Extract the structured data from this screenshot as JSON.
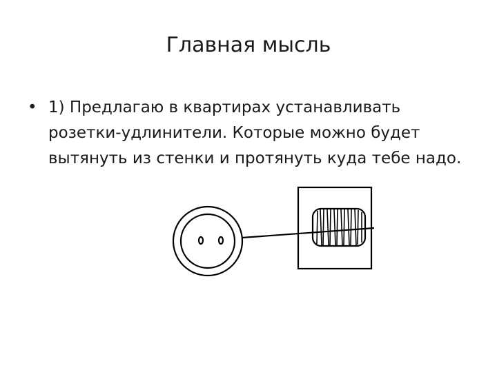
{
  "slide": {
    "title": "Главная мысль",
    "bullets": [
      {
        "marker": "•",
        "text": "1) Предлагаю в квартирах устанавливать розетки-удлинители. Которые можно будет вытянуть из стенки и протянуть куда тебе надо."
      }
    ]
  },
  "illustration": {
    "subject": "socket-extender-drawing",
    "stroke_color": "#000000"
  }
}
